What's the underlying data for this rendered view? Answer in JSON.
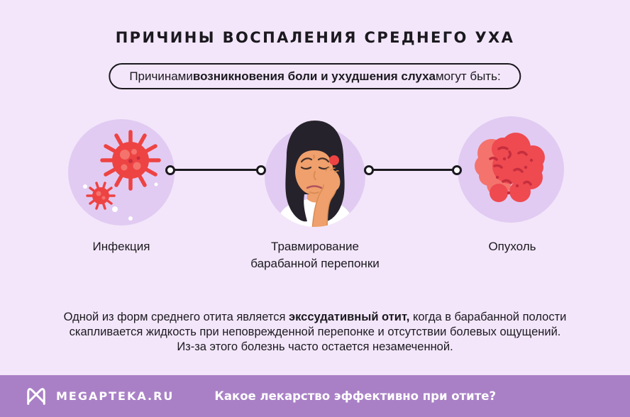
{
  "title": "ПРИЧИНЫ ВОСПАЛЕНИЯ СРЕДНЕГО УХА",
  "subtitle_pill": {
    "prefix": "Причинами ",
    "bold": "возникновения боли и ухудшения слуха",
    "suffix": " могут быть:"
  },
  "causes": [
    {
      "label": "Инфекция",
      "icon": "virus-icon"
    },
    {
      "label": "Травмирование барабанной перепонки",
      "icon": "woman-earache-icon"
    },
    {
      "label": "Опухоль",
      "icon": "tumor-icon"
    }
  ],
  "paragraph": {
    "prefix": "Одной из форм среднего отита является ",
    "bold": "экссудативный отит,",
    "suffix": " когда в барабанной полости скапливается жидкость при неповрежденной перепонке и отсутствии болевых ощущений. Из-за этого болезнь часто остается незамеченной."
  },
  "footer": {
    "brand": "MEGAPTEKA.RU",
    "question": "Какое лекарство эффективно при отите?",
    "logo": "megapteka-m-logo-icon"
  },
  "colors": {
    "bg": "#f3e6fa",
    "circle": "#e1cbf2",
    "red": "#ee4343",
    "tumor": "#ee4a50",
    "red-light": "#f4736d",
    "red-dark": "#c62e3e",
    "footer-bg": "#a980c6",
    "ink": "#1b191f",
    "skin": "#efa06c",
    "skin-line": "#d98c54",
    "hair": "#26222b"
  }
}
